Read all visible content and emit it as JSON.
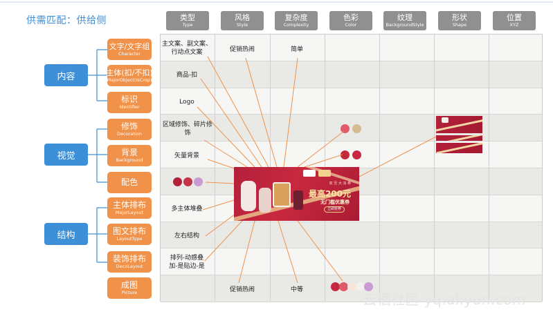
{
  "title": "供需匹配：供给侧",
  "columns": [
    {
      "zh": "类型",
      "en": "Type"
    },
    {
      "zh": "风格",
      "en": "Style"
    },
    {
      "zh": "复杂度",
      "en": "Complexity"
    },
    {
      "zh": "色彩",
      "en": "Color"
    },
    {
      "zh": "纹理",
      "en": "BackgroundStyle"
    },
    {
      "zh": "形状",
      "en": "Shape"
    },
    {
      "zh": "位置",
      "en": "XYZ"
    }
  ],
  "categories": [
    {
      "label": "内容"
    },
    {
      "label": "视觉"
    },
    {
      "label": "结构"
    }
  ],
  "attributes": [
    {
      "zh": "文字/文字组",
      "en": "Character"
    },
    {
      "zh": "主体(扣/不扣)",
      "en": "MajorObject(IsCrop)"
    },
    {
      "zh": "标识",
      "en": "Identifier"
    },
    {
      "zh": "修饰",
      "en": "Decoration"
    },
    {
      "zh": "背景",
      "en": "Background"
    },
    {
      "zh": "配色",
      "en": ""
    },
    {
      "zh": "主体排布",
      "en": "MajorLayout"
    },
    {
      "zh": "图文排布",
      "en": "LayoutType"
    },
    {
      "zh": "装饰排布",
      "en": "DecoLayout"
    },
    {
      "zh": "成图",
      "en": "Picture"
    }
  ],
  "cells": {
    "r0_type": "主文案、副文案、行动点文案",
    "r0_style": "促销热闹",
    "r0_complexity": "简单",
    "r1_type": "商品-扣",
    "r2_type": "Logo",
    "r3_type": "区域修饰、碎片修饰",
    "r4_type": "矢量背景",
    "r6_type": "多主体堆叠",
    "r7_type": "左右结构",
    "r8_type": "排列-动感叠加-是贴边-是",
    "r9_style": "促销热闹",
    "r9_complexity": "中等"
  },
  "palette_colors": {
    "decoration": [
      "#e05a6c",
      "#d4bb92"
    ],
    "background": [
      "#c32a3c",
      "#c8283f"
    ],
    "scheme": [
      "#b3203a",
      "#c3334a",
      "#c89bd4"
    ],
    "picture": [
      "#c8283f",
      "#e05a6c",
      "#fbe3d6",
      "#f4f1ea",
      "#c89bd4"
    ]
  },
  "banner": {
    "line1": "双 旦 大 派 券",
    "line2": "最高200元",
    "line3": "无门槛优惠券",
    "button": "立即抢券"
  },
  "watermark": "云栖社区 yq.aliyun.com"
}
